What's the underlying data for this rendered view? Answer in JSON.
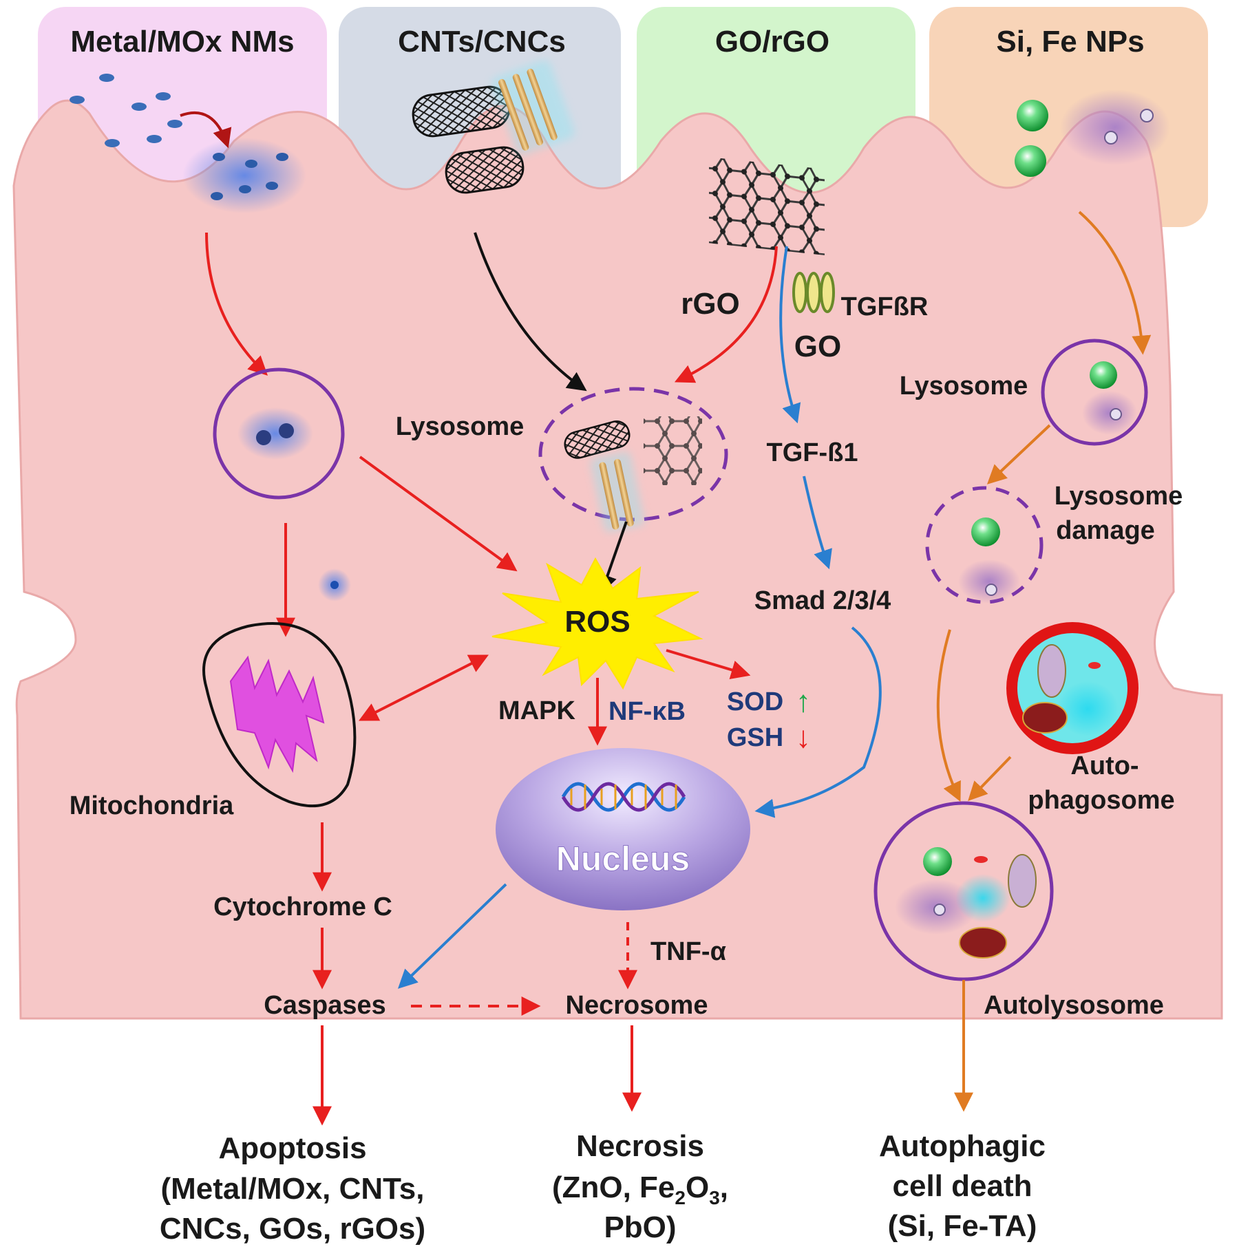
{
  "headers": {
    "metal": "Metal/MOx NMs",
    "cnt": "CNTs/CNCs",
    "go": "GO/rGO",
    "sife": "Si, Fe NPs"
  },
  "labels": {
    "rgo": "rGO",
    "tgfbr": "TGFßR",
    "go": "GO",
    "lysosome_mid": "Lysosome",
    "tgfb1": "TGF-ß1",
    "lysosome_right": "Lysosome",
    "lysosome_damage_1": "Lysosome",
    "lysosome_damage_2": "damage",
    "ros": "ROS",
    "smad": "Smad 2/3/4",
    "mapk": "MAPK",
    "nfkb": "NF-κB",
    "sod": "SOD",
    "sod_arrow": "↑",
    "gsh": "GSH",
    "gsh_arrow": "↓",
    "mitochondria": "Mitochondria",
    "nucleus": "Nucleus",
    "auto_1": "Auto-",
    "auto_2": "phagosome",
    "cytochrome": "Cytochrome C",
    "tnf": "TNF-α",
    "caspases": "Caspases",
    "necrosome": "Necrosome",
    "autolysosome": "Autolysosome"
  },
  "outcomes": {
    "apoptosis": [
      "Apoptosis",
      "(Metal/MOx, CNTs,",
      "CNCs, GOs, rGOs)"
    ],
    "necrosis": {
      "line1": "Necrosis",
      "line2_a": "(ZnO, Fe",
      "line2_sub1": "2",
      "line2_b": "O",
      "line2_sub2": "3",
      "line2_c": ",",
      "line3": "PbO)"
    },
    "autophagic": [
      "Autophagic",
      "cell death",
      "(Si, Fe-TA)"
    ]
  },
  "colors": {
    "cell": "#f6c7c7",
    "panel_metal": "#f6d6f4",
    "panel_cnt": "#d5dbe6",
    "panel_go": "#d3f5cc",
    "panel_sife": "#f8d4b8",
    "red_path": "#e8201f",
    "blue_path": "#2a7fd0",
    "orange_path": "#e07b22",
    "black_path": "#111111",
    "vesicle": "#7a34a8",
    "ros": "#ffee00",
    "nucleus": "#b9a6e3",
    "autophagosome_ring": "#e01515"
  }
}
